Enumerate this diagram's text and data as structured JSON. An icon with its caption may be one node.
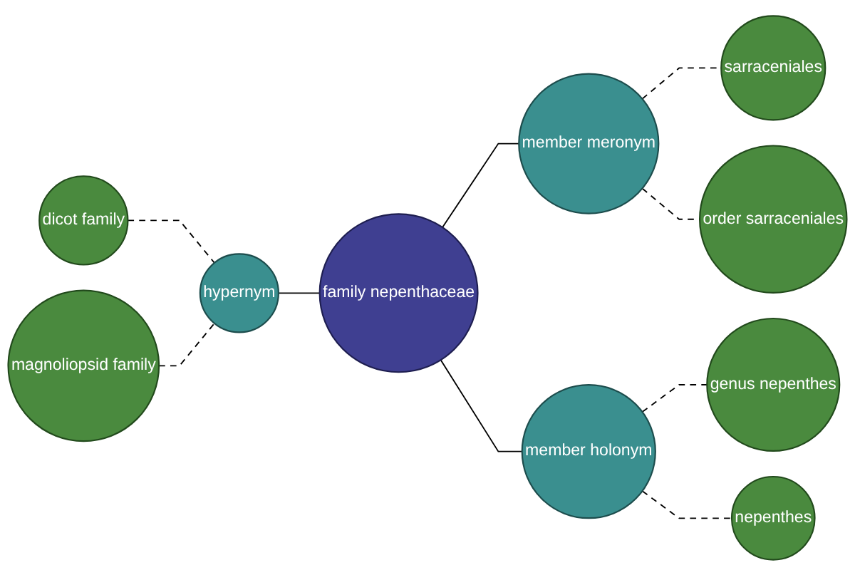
{
  "diagram": {
    "nodes": [
      {
        "text": [
          "magnoliopsid family"
        ]
      },
      {
        "text": [
          "sarraceniales"
        ]
      },
      {
        "text": [
          "dicot family"
        ]
      },
      {
        "text": [
          "order sarraceniales"
        ]
      },
      {
        "text": [
          "hypernym"
        ]
      },
      {
        "text": [
          "member meronym"
        ]
      },
      {
        "text": [
          "family nepenthaceae"
        ]
      },
      {
        "text": [
          "genus nepenthes"
        ]
      },
      {
        "text": [
          "member holonym"
        ]
      },
      {
        "text": [
          "nepenthes"
        ]
      }
    ],
    "edges": [
      {
        "from": 2,
        "to": 4,
        "arrow": "none",
        "style": "dashed"
      },
      {
        "from": 0,
        "to": 4,
        "arrow": "none",
        "style": "dashed"
      },
      {
        "from": 4,
        "to": 6,
        "arrow": "none"
      },
      {
        "from": 6,
        "to": 5,
        "arrow": "none"
      },
      {
        "from": 6,
        "to": 8,
        "arrow": "none"
      },
      {
        "from": 5,
        "to": 1,
        "arrow": "none",
        "style": "dashed"
      },
      {
        "from": 5,
        "to": 3,
        "arrow": "none",
        "style": "dashed"
      },
      {
        "from": 8,
        "to": 7,
        "arrow": "none",
        "style": "dashed"
      },
      {
        "from": 8,
        "to": 9,
        "arrow": "none",
        "style": "dashed"
      }
    ]
  }
}
